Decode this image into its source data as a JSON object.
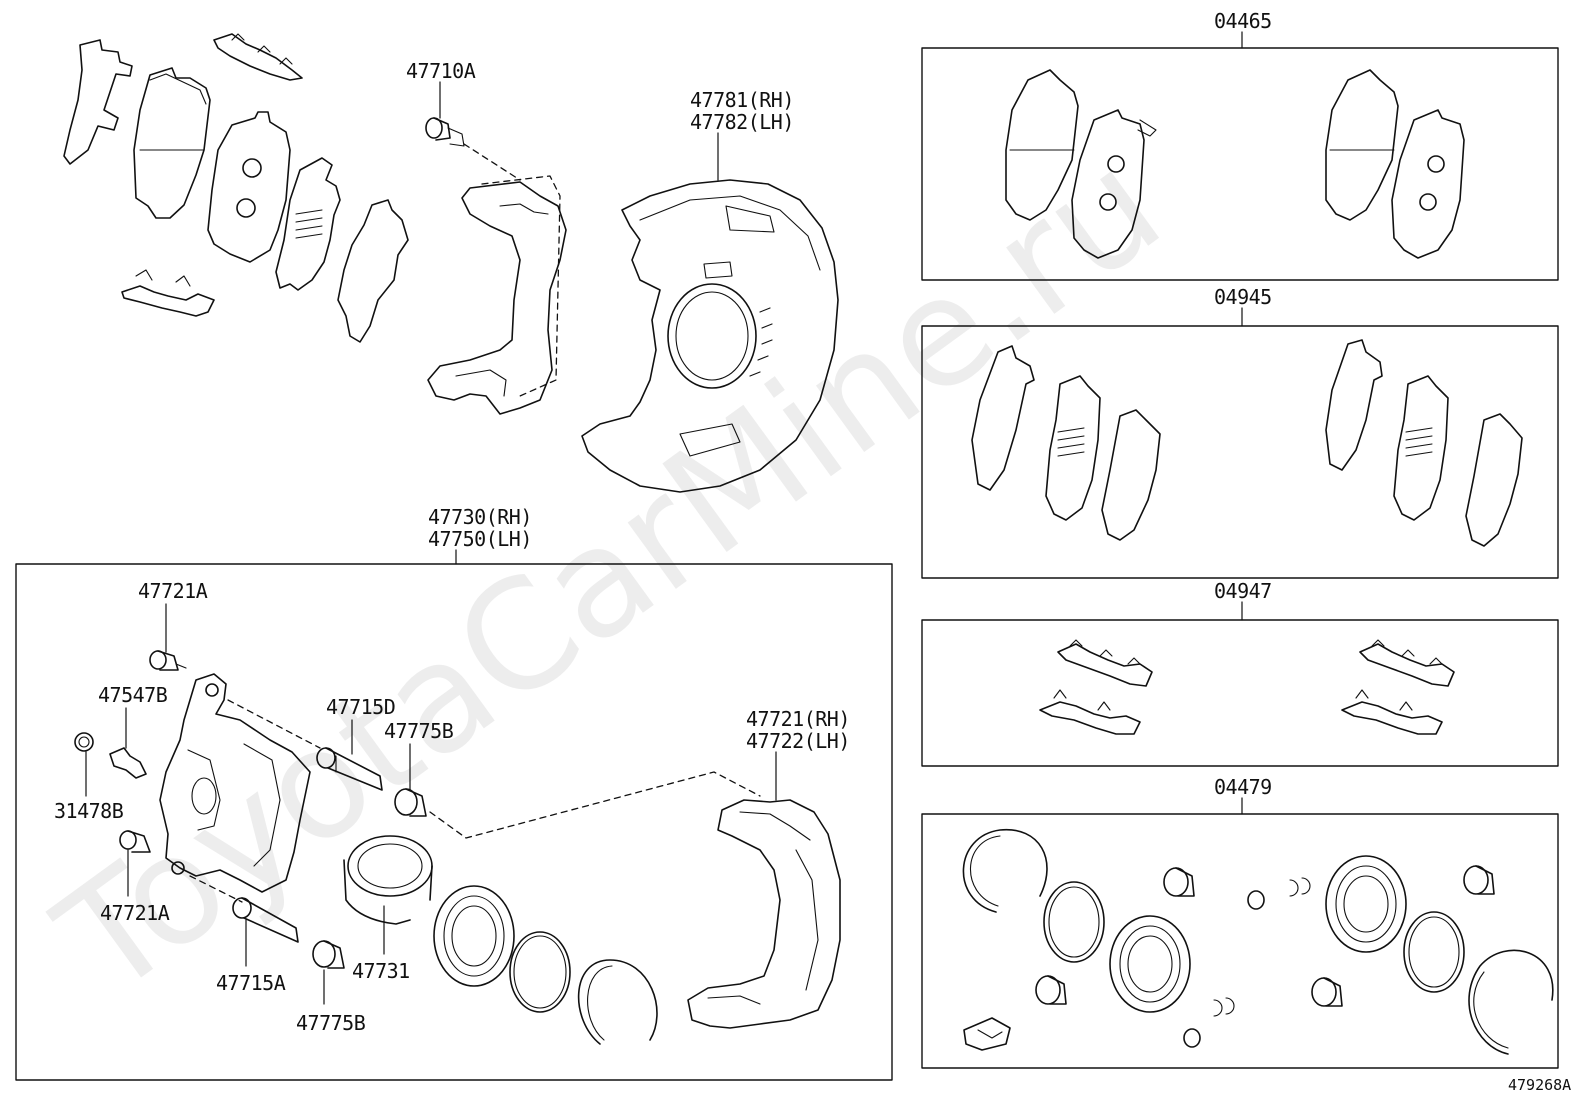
{
  "watermark": "ToyotaCarMine.ru",
  "reference": "479268A",
  "parts": {
    "p47710A": "47710A",
    "p47781": "47781(RH)",
    "p47782": "47782(LH)",
    "p47730": "47730(RH)",
    "p47750": "47750(LH)",
    "p47721A_top": "47721A",
    "p47547B": "47547B",
    "p31478B": "31478B",
    "p47721A_bottom": "47721A",
    "p47715D": "47715D",
    "p47775B_top": "47775B",
    "p47715A": "47715A",
    "p47775B_bottom": "47775B",
    "p47731": "47731",
    "p47721": "47721(RH)",
    "p47722": "47722(LH)"
  },
  "kits": {
    "k04465": "04465",
    "k04945": "04945",
    "k04947": "04947",
    "k04479": "04479"
  }
}
